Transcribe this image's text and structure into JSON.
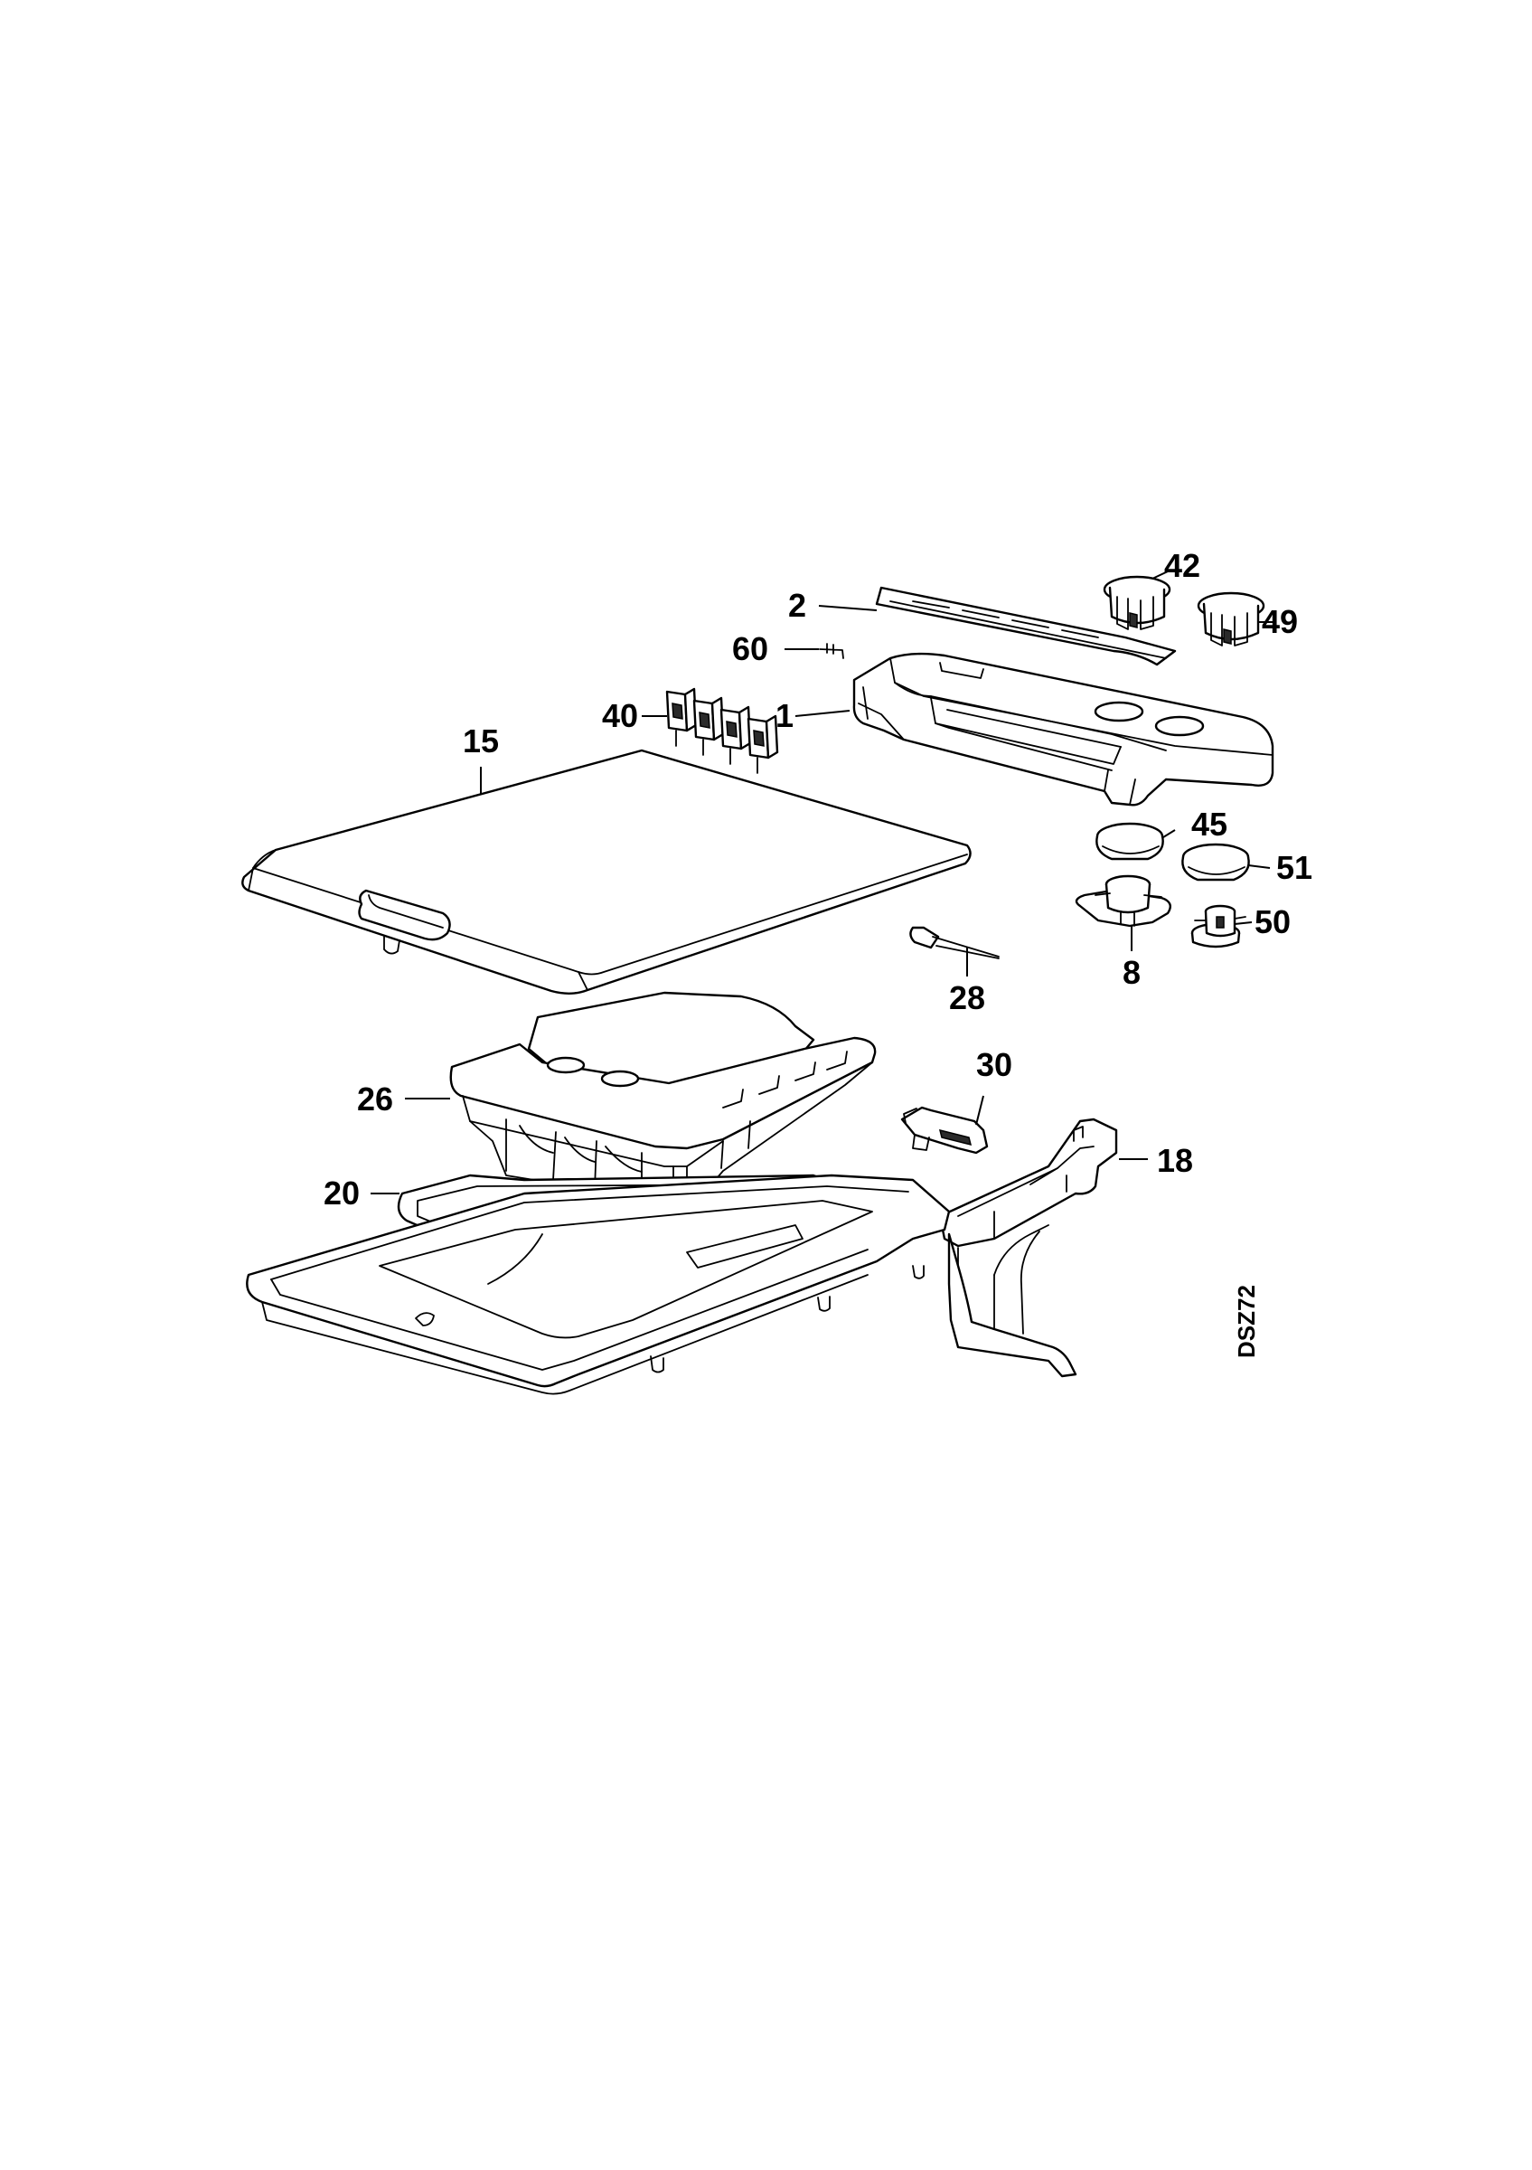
{
  "diagram": {
    "drawing_code": "DSZ72",
    "callouts": {
      "c1": "1",
      "c2": "2",
      "c8": "8",
      "c15": "15",
      "c18": "18",
      "c20": "20",
      "c26": "26",
      "c28": "28",
      "c30": "30",
      "c40": "40",
      "c42": "42",
      "c45": "45",
      "c49": "49",
      "c50": "50",
      "c51": "51",
      "c60": "60"
    }
  }
}
